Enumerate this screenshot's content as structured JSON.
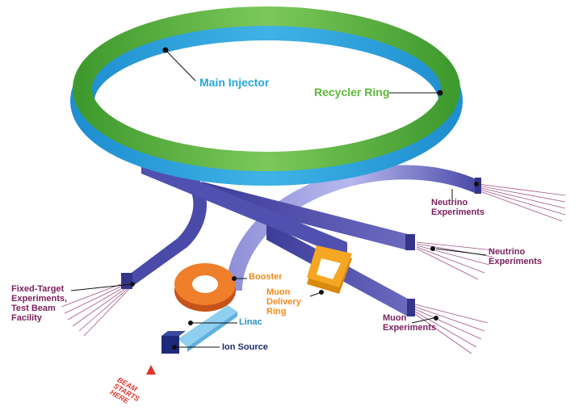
{
  "labels": {
    "main_injector": "Main Injector",
    "recycler_ring": "Recycler Ring",
    "neutrino_experiments_1": "Neutrino\nExperiments",
    "neutrino_experiments_2": "Neutrino\nExperiments",
    "fixed_target": "Fixed-Target\nExperiments,\nTest Beam\nFacility",
    "booster": "Booster",
    "muon_delivery_ring": "Muon\nDelivery\nRing",
    "linac": "Linac",
    "ion_source": "Ion Source",
    "muon_experiments": "Muon\nExperiments",
    "beam_starts_here": "BEAM\nSTARTS\nHERE"
  },
  "colors": {
    "main_injector": "#27a6dc",
    "recycler_ring": "#5cb83a",
    "beamline": "#4a4aa8",
    "beamline_dark": "#34348a",
    "booster": "#e8701e",
    "muon_ring": "#f0a020",
    "linac": "#7fc7ea",
    "ion_source": "#1d2a7a",
    "experiment_lines": "#7a1f5c",
    "start_marker": "#e0362c"
  }
}
